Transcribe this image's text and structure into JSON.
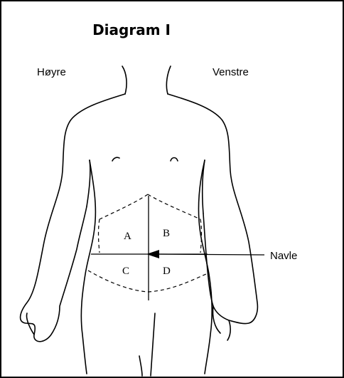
{
  "title": "Diagram I",
  "labels": {
    "right_side": "Høyre",
    "left_side": "Venstre",
    "navel": "Navle"
  },
  "zones": {
    "a": "A",
    "b": "B",
    "c": "C",
    "d": "D"
  }
}
